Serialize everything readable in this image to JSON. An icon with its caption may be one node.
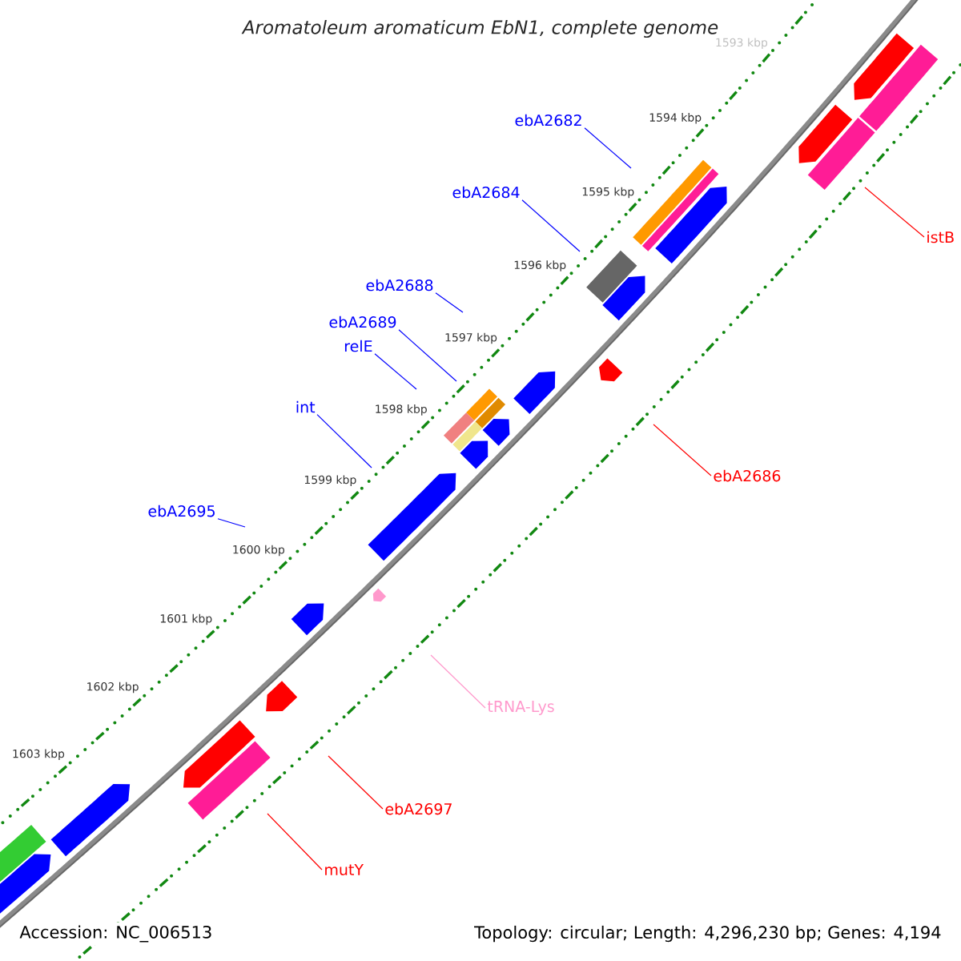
{
  "diagram": {
    "title": "Aromatoleum aromaticum EbN1, complete genome",
    "nodes": [
      {
        "text": [
          "ebA2682"
        ]
      },
      {
        "text": [
          "ebA2684"
        ]
      },
      {
        "text": [
          "istB"
        ]
      },
      {
        "text": [
          "ebA2688"
        ]
      },
      {
        "text": [
          "ebA2689"
        ]
      },
      {
        "text": [
          "relE"
        ]
      },
      {
        "text": [
          "int"
        ]
      },
      {
        "text": [
          "ebA2686"
        ]
      },
      {
        "text": [
          "ebA2695"
        ]
      },
      {
        "text": [
          "tRNA-Lys"
        ]
      },
      {
        "text": [
          "ebA2697"
        ]
      },
      {
        "text": [
          "mutY"
        ]
      }
    ],
    "edges": [
      {
        "from": 0,
        "to": null,
        "arrow": "none"
      },
      {
        "from": 1,
        "to": null,
        "arrow": "none"
      },
      {
        "from": 2,
        "to": null,
        "arrow": "none",
        "color": "#ff0000"
      },
      {
        "from": 3,
        "to": null,
        "arrow": "none"
      },
      {
        "from": 4,
        "to": null,
        "arrow": "none"
      },
      {
        "from": 5,
        "to": null,
        "arrow": "none"
      },
      {
        "from": 6,
        "to": null,
        "arrow": "none"
      },
      {
        "from": 7,
        "to": null,
        "arrow": "none",
        "color": "#ff0000"
      },
      {
        "from": 8,
        "to": null,
        "arrow": "none"
      },
      {
        "from": 9,
        "to": null,
        "arrow": "none",
        "color": "#ff99cc"
      },
      {
        "from": 10,
        "to": null,
        "arrow": "none",
        "color": "#ff0000"
      },
      {
        "from": 11,
        "to": null,
        "arrow": "none",
        "color": "#ff0000"
      }
    ],
    "labels": [
      "1593 kbp",
      "1594 kbp",
      "1595 kbp",
      "1596 kbp",
      "1597 kbp",
      "1598 kbp",
      "1599 kbp",
      "1600 kbp",
      "1601 kbp",
      "1602 kbp",
      "1603 kbp",
      "Accession: NC_006513",
      "Topology: circular; Length: 4,296,230 bp; Genes: 4,194"
    ]
  }
}
